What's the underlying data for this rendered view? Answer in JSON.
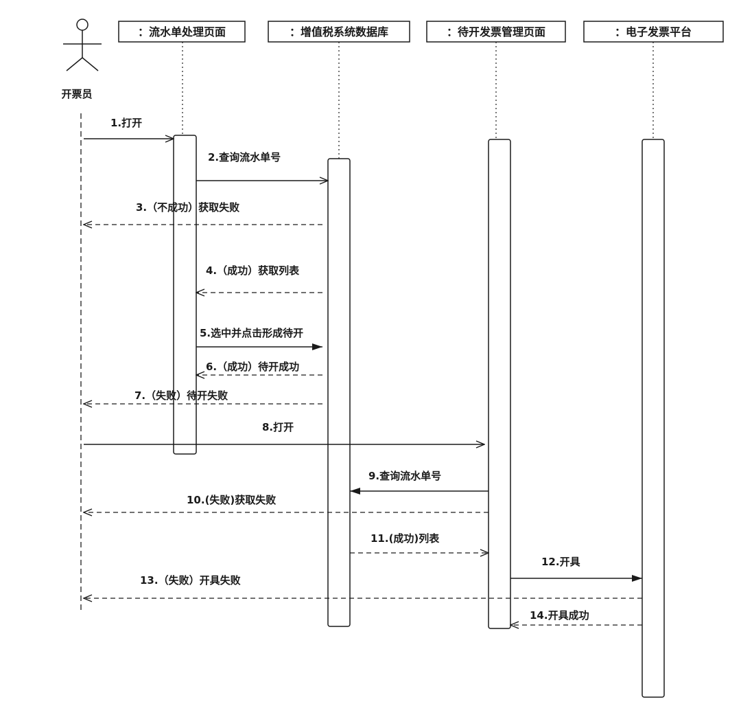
{
  "actor": {
    "label": "开票员",
    "icon": "stick-figure-icon"
  },
  "participants": [
    {
      "id": "p1",
      "label": "：流水单处理页面"
    },
    {
      "id": "p2",
      "label": "：增值税系统数据库"
    },
    {
      "id": "p3",
      "label": "：待开发票管理页面"
    },
    {
      "id": "p4",
      "label": "：电子发票平台"
    }
  ],
  "messages": [
    {
      "id": "m1",
      "label": "1.打开",
      "from": "actor",
      "to": "p1",
      "kind": "open-arrow"
    },
    {
      "id": "m2",
      "label": "2.查询流水单号",
      "from": "p1",
      "to": "p2",
      "kind": "open-arrow"
    },
    {
      "id": "m3",
      "label": "3.（不成功）获取失败",
      "from": "p2",
      "to": "actor",
      "kind": "return-dashed"
    },
    {
      "id": "m4",
      "label": "4.（成功）获取列表",
      "from": "p2",
      "to": "p1",
      "kind": "return-dashed"
    },
    {
      "id": "m5",
      "label": "5.选中并点击形成待开",
      "from": "p1",
      "to": "p2",
      "kind": "filled-arrow"
    },
    {
      "id": "m6",
      "label": "6.（成功）待开成功",
      "from": "p2",
      "to": "p1",
      "kind": "return-dashed"
    },
    {
      "id": "m7",
      "label": "7.（失败）待开失败",
      "from": "p2",
      "to": "actor",
      "kind": "return-dashed"
    },
    {
      "id": "m8",
      "label": "8.打开",
      "from": "actor",
      "to": "p3",
      "kind": "open-arrow"
    },
    {
      "id": "m9",
      "label": "9.查询流水单号",
      "from": "p3",
      "to": "p2",
      "kind": "filled-arrow"
    },
    {
      "id": "m10",
      "label": "10.(失败)获取失败",
      "from": "p3",
      "to": "actor",
      "kind": "return-dashed"
    },
    {
      "id": "m11",
      "label": "11.(成功)列表",
      "from": "p2",
      "to": "p3",
      "kind": "return-dashed"
    },
    {
      "id": "m12",
      "label": "12.开具",
      "from": "p3",
      "to": "p4",
      "kind": "filled-arrow"
    },
    {
      "id": "m13",
      "label": "13.（失败）开具失败",
      "from": "p4",
      "to": "actor",
      "kind": "return-dashed"
    },
    {
      "id": "m14",
      "label": "14.开具成功",
      "from": "p4",
      "to": "p3",
      "kind": "return-dashed"
    }
  ],
  "colors": {
    "line": "#1a1a1a",
    "box_fill": "#ffffff",
    "background": "#ffffff"
  }
}
